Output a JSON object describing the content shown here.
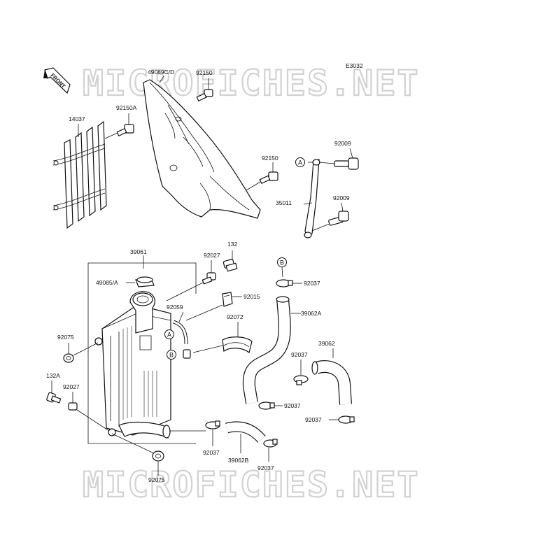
{
  "diagram_code": "E3032",
  "front_label": "FRONT",
  "watermark": "MICROFICHES.NET",
  "labels": {
    "l_49089": "49089C/D",
    "l_92150_top": "92150",
    "l_92150a": "92150A",
    "l_14037": "14037",
    "l_92150_mid": "92150",
    "l_92009_a": "92009",
    "l_92009_b": "92009",
    "l_35011": "35011",
    "l_39061": "39061",
    "l_92027_top": "92027",
    "l_132": "132",
    "l_49085": "49085/A",
    "l_92059": "92059",
    "l_92015": "92015",
    "l_92072": "92072",
    "l_92037_b": "92037",
    "l_39062a": "39062A",
    "l_92075_left": "92075",
    "l_132a": "132A",
    "l_92027_left": "92027",
    "l_92037_mid": "92037",
    "l_39062": "39062",
    "l_92037_low": "92037",
    "l_92037_right": "92037",
    "l_92037_bot": "92037",
    "l_39062b": "39062B",
    "l_92037_b2": "92037",
    "l_92075_bot": "92075"
  },
  "callouts": {
    "a_top": "A",
    "b_top": "B",
    "a_rad": "A",
    "b_rad": "B"
  }
}
